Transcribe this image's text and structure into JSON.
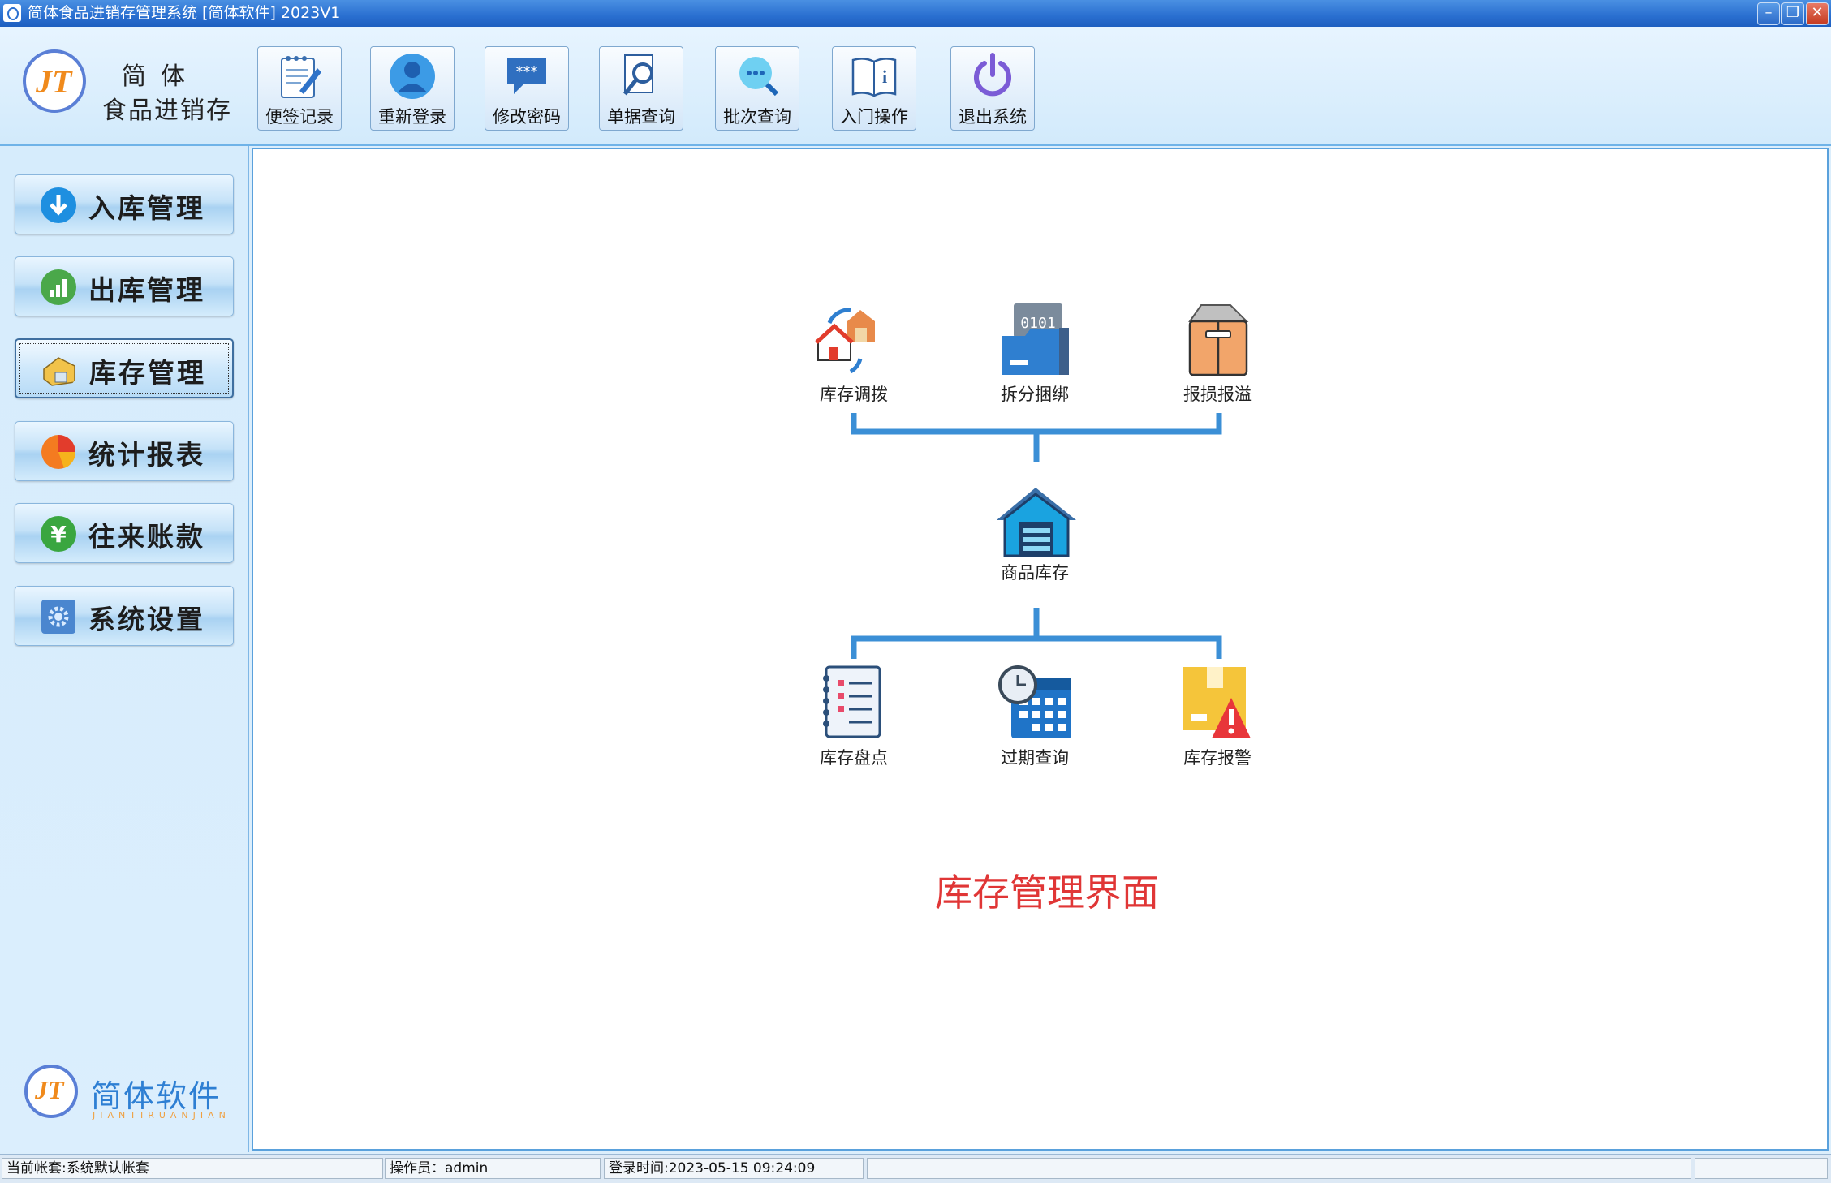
{
  "window": {
    "title": "简体食品进销存管理系统 [简体软件] 2023V1",
    "controls": [
      "minimize-icon",
      "restore-icon",
      "close-icon"
    ]
  },
  "header": {
    "logo_line1": "简体",
    "logo_line2": "食品进销存",
    "toolbar": [
      {
        "label": "便签记录",
        "icon": "notepad-pen-icon"
      },
      {
        "label": "重新登录",
        "icon": "user-icon"
      },
      {
        "label": "修改密码",
        "icon": "password-bubble-icon"
      },
      {
        "label": "单据查询",
        "icon": "document-search-icon"
      },
      {
        "label": "批次查询",
        "icon": "batch-search-icon"
      },
      {
        "label": "入门操作",
        "icon": "manual-book-icon"
      },
      {
        "label": "退出系统",
        "icon": "power-icon"
      }
    ]
  },
  "sidebar": {
    "items": [
      {
        "label": "入库管理",
        "icon": "arrow-down-circle-icon",
        "active": false
      },
      {
        "label": "出库管理",
        "icon": "bar-chart-circle-icon",
        "active": false
      },
      {
        "label": "库存管理",
        "icon": "warehouse-icon",
        "active": true
      },
      {
        "label": "统计报表",
        "icon": "pie-chart-icon",
        "active": false
      },
      {
        "label": "往来账款",
        "icon": "yen-circle-icon",
        "active": false
      },
      {
        "label": "系统设置",
        "icon": "gear-icon",
        "active": false
      }
    ],
    "brand_name": "简体软件",
    "brand_pinyin": "JIANTIRUANJIAN"
  },
  "main": {
    "top_nodes": [
      {
        "label": "库存调拨",
        "icon": "stock-transfer-icon"
      },
      {
        "label": "拆分捆绑",
        "icon": "split-bundle-icon"
      },
      {
        "label": "报损报溢",
        "icon": "damage-report-icon"
      }
    ],
    "center_node": {
      "label": "商品库存",
      "icon": "warehouse-icon"
    },
    "bottom_nodes": [
      {
        "label": "库存盘点",
        "icon": "inventory-checklist-icon"
      },
      {
        "label": "过期查询",
        "icon": "expiry-calendar-icon"
      },
      {
        "label": "库存报警",
        "icon": "stock-alert-icon"
      }
    ],
    "page_title": "库存管理界面"
  },
  "statusbar": {
    "account": "当前帐套:系统默认帐套",
    "operator": "操作员：admin",
    "login_time": "登录时间:2023-05-15 09:24:09",
    "extra": "",
    "extra2": ""
  },
  "colors": {
    "title_bar": "#2a6fd0",
    "accent_blue": "#3b8fd6",
    "title_red": "#e03636",
    "logo_orange": "#f08a1c"
  }
}
